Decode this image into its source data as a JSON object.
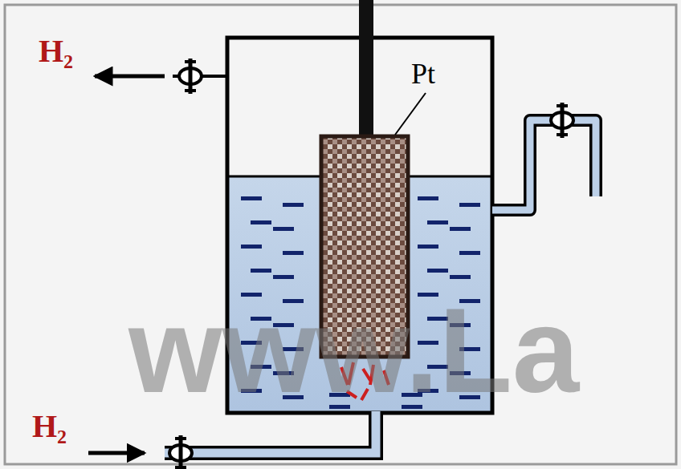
{
  "diagram": {
    "labels": [
      "H₂",
      "H₂",
      "Pt",
      "www.La"
    ]
  }
}
